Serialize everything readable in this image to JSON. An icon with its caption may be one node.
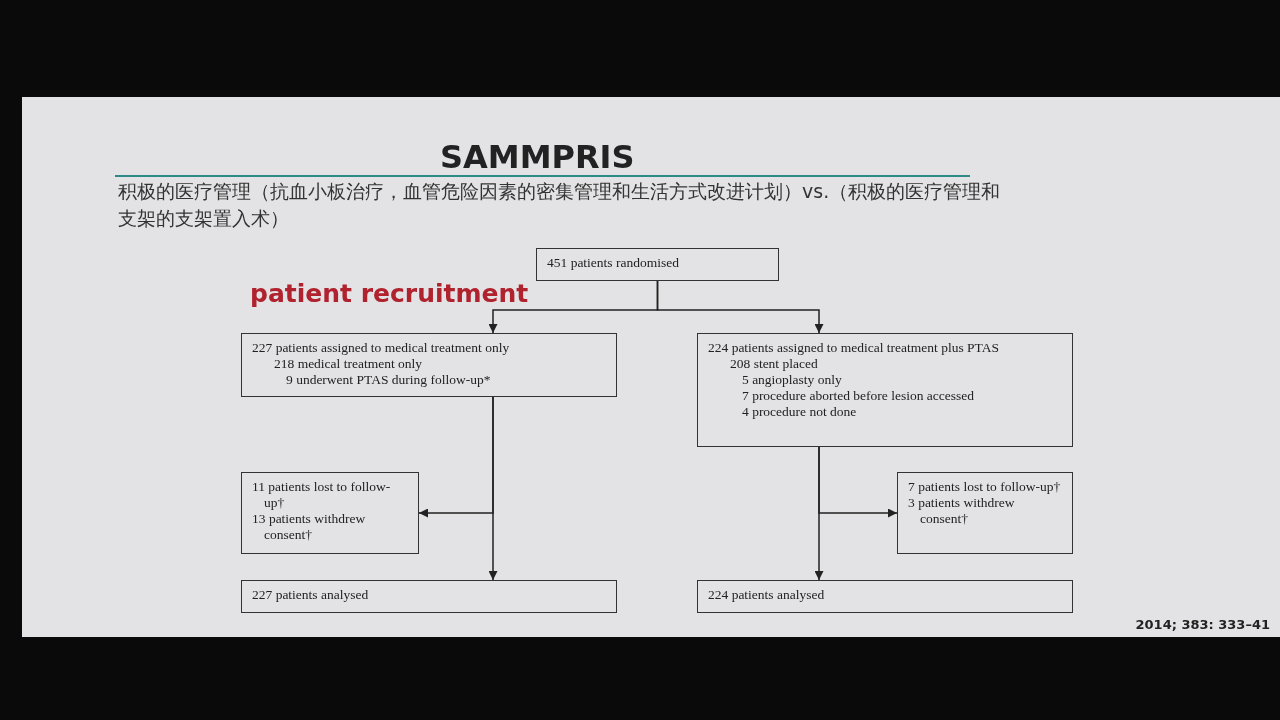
{
  "diagram": {
    "title": "SAMMPRIS",
    "nodes": [
      {
        "text": [
          "451 patients randomised"
        ]
      },
      {
        "text": [
          "227 patients assigned to medical treatment only",
          "218 medical treatment only",
          "9 underwent PTAS during follow-up*"
        ]
      },
      {
        "text": [
          "224 patients assigned to medical treatment plus PTAS",
          "208 stent placed",
          "5 angioplasty only",
          "7 procedure aborted before lesion accessed",
          "4 procedure not done"
        ]
      },
      {
        "text": [
          "11 patients lost to follow-up†",
          "13 patients withdrew consent†"
        ]
      },
      {
        "text": [
          "7 patients lost to follow-up†",
          "3 patients withdrew consent†"
        ]
      },
      {
        "text": [
          "227 patients analysed"
        ]
      },
      {
        "text": [
          "224 patients analysed"
        ]
      }
    ],
    "edges": [
      {
        "from": 0,
        "to": 1,
        "arrow": "to"
      },
      {
        "from": 0,
        "to": 2,
        "arrow": "to"
      },
      {
        "from": 1,
        "to": 3,
        "arrow": "to"
      },
      {
        "from": 1,
        "to": 5,
        "arrow": "to"
      },
      {
        "from": 2,
        "to": 4,
        "arrow": "to"
      },
      {
        "from": 2,
        "to": 6,
        "arrow": "to"
      }
    ],
    "labels": [
      "积极的医疗管理（抗血小板治疗，血管危险因素的密集管理和生活方式改进计划）vs.（积极的医疗管理和支架的支架置入术）",
      "patient recruitment",
      "2014; 383: 333–41"
    ]
  }
}
